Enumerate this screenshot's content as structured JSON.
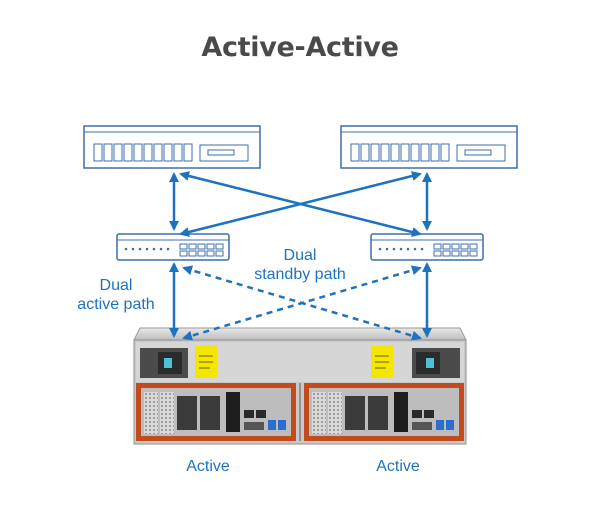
{
  "title": "Active-Active",
  "labels": {
    "dual_active": [
      "Dual",
      "active path"
    ],
    "dual_standby": [
      "Dual",
      "standby path"
    ],
    "left_status": "Active",
    "right_status": "Active"
  },
  "colors": {
    "accent": "#1e73be",
    "outline": "#3d6fa8",
    "chassis_orange": "#c24a1c",
    "yellow_label": "#f5e600",
    "title": "#4a4a4a"
  }
}
